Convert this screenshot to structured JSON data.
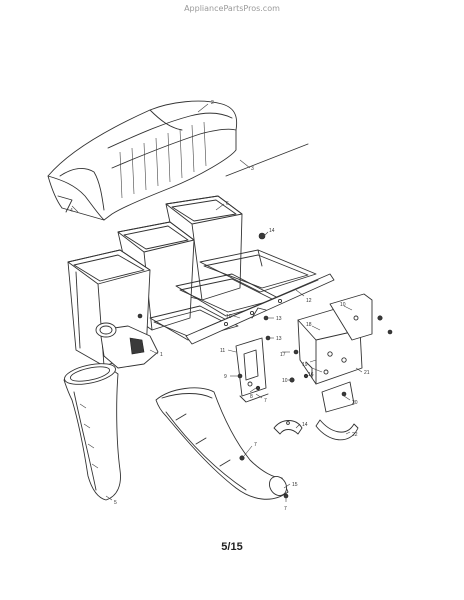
{
  "watermark": "AppliancePartsPros.com",
  "page_number": "5/15",
  "callouts": {
    "c2": "2",
    "c3": "3",
    "c4": "4",
    "c6": "6",
    "c14a": "14",
    "c12": "12",
    "c1": "1",
    "c10a": "10",
    "c13a": "13",
    "c13b": "13",
    "c11a": "11",
    "c10b": "10",
    "c17": "17",
    "c9a": "9",
    "c8": "8",
    "c10c": "10",
    "c18": "18",
    "c19": "19",
    "c16": "16",
    "c21": "21",
    "c20": "20",
    "c7a": "7",
    "c14b": "14",
    "c22": "22",
    "c7b": "7",
    "c15": "15",
    "c5": "5",
    "c7c": "7"
  }
}
